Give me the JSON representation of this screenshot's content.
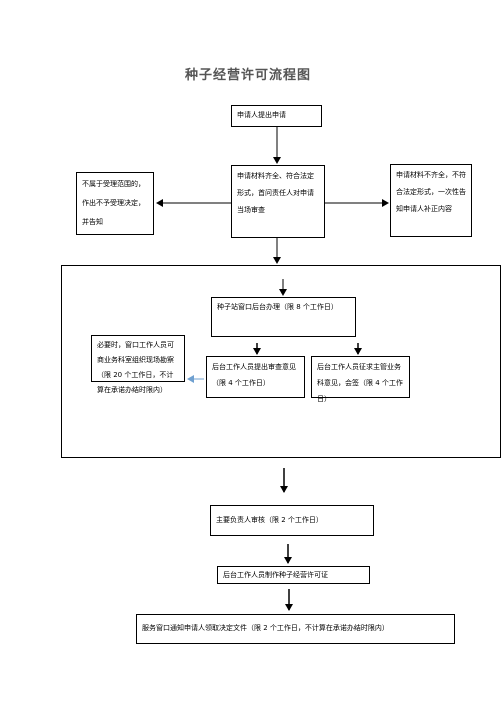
{
  "title": "种子经营许可流程图",
  "boxes": {
    "apply": "申请人提出申请",
    "accept_check": "申请材料齐全、符合法定形式，首问责任人对申请当场审查",
    "not_in_scope": "不属于受理范围的，作出不予受理决定，并告知",
    "incomplete": "申请材料不齐全，不符合法定形式，一次性告知申请人补正内容",
    "window_backoffice": "种子站窗口后台办理（限 8 个工作日）",
    "site_inspection": "必要时，窗口工作人员可商业务科室组织现场勘察（限 20 个工作日，不计算在承诺办结时限内）",
    "review_opinion": "后台工作人员提出审查意见（限 4 个工作日）",
    "consult_opinion": "后台工作人员征求主管业务科意见，会签（限 4 个工作日）",
    "leader_review": "主要负责人审核（限 2 个工作日）",
    "make_license": "后台工作人员制作种子经营许可证",
    "notify": "服务窗口通知申请人领取决定文件（限 2 个工作日，不计算在承诺办结时限内）"
  },
  "colors": {
    "line": "#000000",
    "dashed_arrow": "#6fa0d0",
    "title": "#555555"
  }
}
